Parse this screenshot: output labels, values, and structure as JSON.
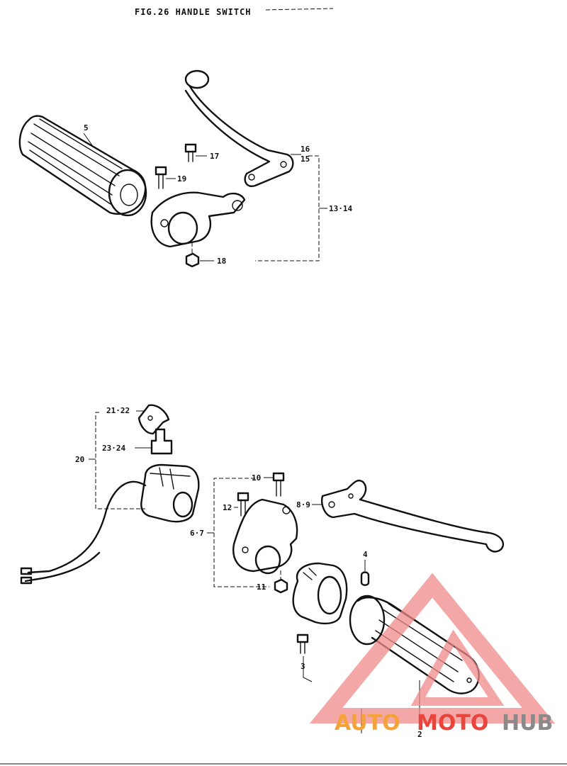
{
  "figure": {
    "title": "FIG.26  HANDLE SWITCH"
  },
  "callouts": {
    "c5": "5",
    "c17": "17",
    "c19": "19",
    "c16a": "16",
    "c15": "15",
    "c1314": "13·14",
    "c18": "18",
    "c2122": "21·22",
    "c2324": "23·24",
    "c20": "20",
    "c10": "10",
    "c12": "12",
    "c89": "8·9",
    "c67": "6·7",
    "c4": "4",
    "c11": "11",
    "c3": "3",
    "c2": "2"
  },
  "watermark": {
    "text_orange": "AUTO",
    "text_red": "MOTO",
    "text_gray": "HUB",
    "colors": {
      "orange": "#f4a23a",
      "red": "#e8453c",
      "gray": "#8a8a8a",
      "triangle": "#f08a8a"
    }
  }
}
